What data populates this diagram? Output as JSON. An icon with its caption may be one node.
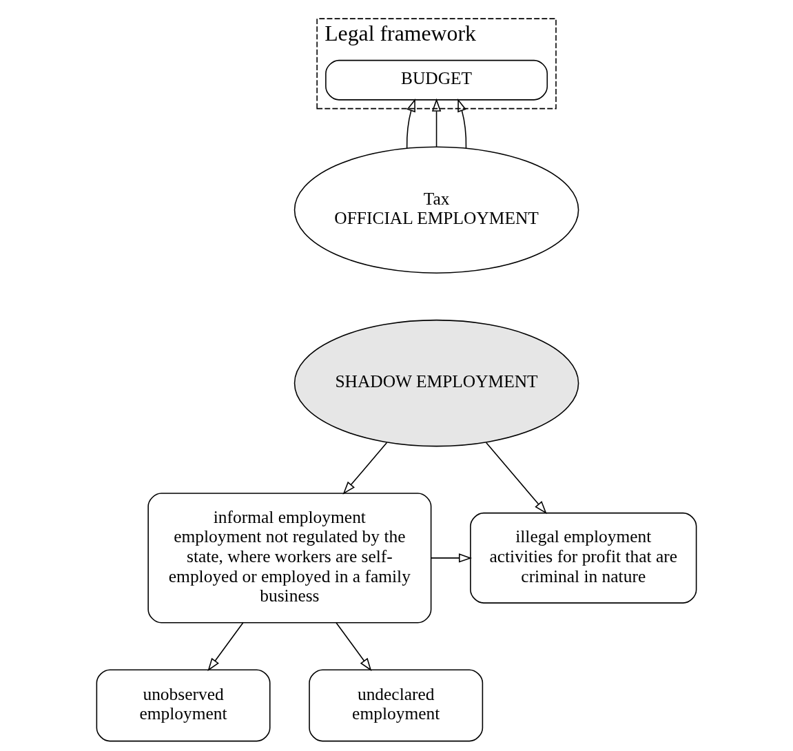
{
  "diagram": {
    "nodes": [
      {
        "text": [
          "Legal framework"
        ]
      },
      {
        "text": [
          "BUDGET"
        ],
        "in": 0
      },
      {
        "text": [
          "Tax",
          "OFFICIAL EMPLOYMENT"
        ]
      },
      {
        "text": [
          "SHADOW EMPLOYMENT"
        ]
      },
      {
        "text": [
          "informal employment",
          "employment not regulated by the state, where workers are self-employed or employed in a family business"
        ]
      },
      {
        "text": [
          "illegal employment",
          "activities for profit that are criminal in nature"
        ]
      },
      {
        "text": [
          "unobserved employment"
        ]
      },
      {
        "text": [
          "undeclared employment"
        ]
      }
    ],
    "edges": [
      {
        "from": 2,
        "to": 1,
        "arrow": "to"
      },
      {
        "from": 2,
        "to": 1,
        "arrow": "to"
      },
      {
        "from": 2,
        "to": 1,
        "arrow": "to"
      },
      {
        "from": 3,
        "to": 4,
        "arrow": "to"
      },
      {
        "from": 3,
        "to": 5,
        "arrow": "to"
      },
      {
        "from": 4,
        "to": 5,
        "arrow": "to"
      },
      {
        "from": 4,
        "to": 6,
        "arrow": "to"
      },
      {
        "from": 4,
        "to": 7,
        "arrow": "to"
      }
    ]
  }
}
